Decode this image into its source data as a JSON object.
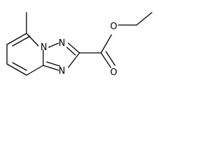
{
  "structure": {
    "atom_labels": [
      {
        "id": "n_bridgehead",
        "text": "N"
      },
      {
        "id": "n_upper",
        "text": "N"
      },
      {
        "id": "n_lower",
        "text": "N"
      },
      {
        "id": "o_ether",
        "text": "O"
      },
      {
        "id": "o_carbonyl",
        "text": "O"
      }
    ]
  }
}
